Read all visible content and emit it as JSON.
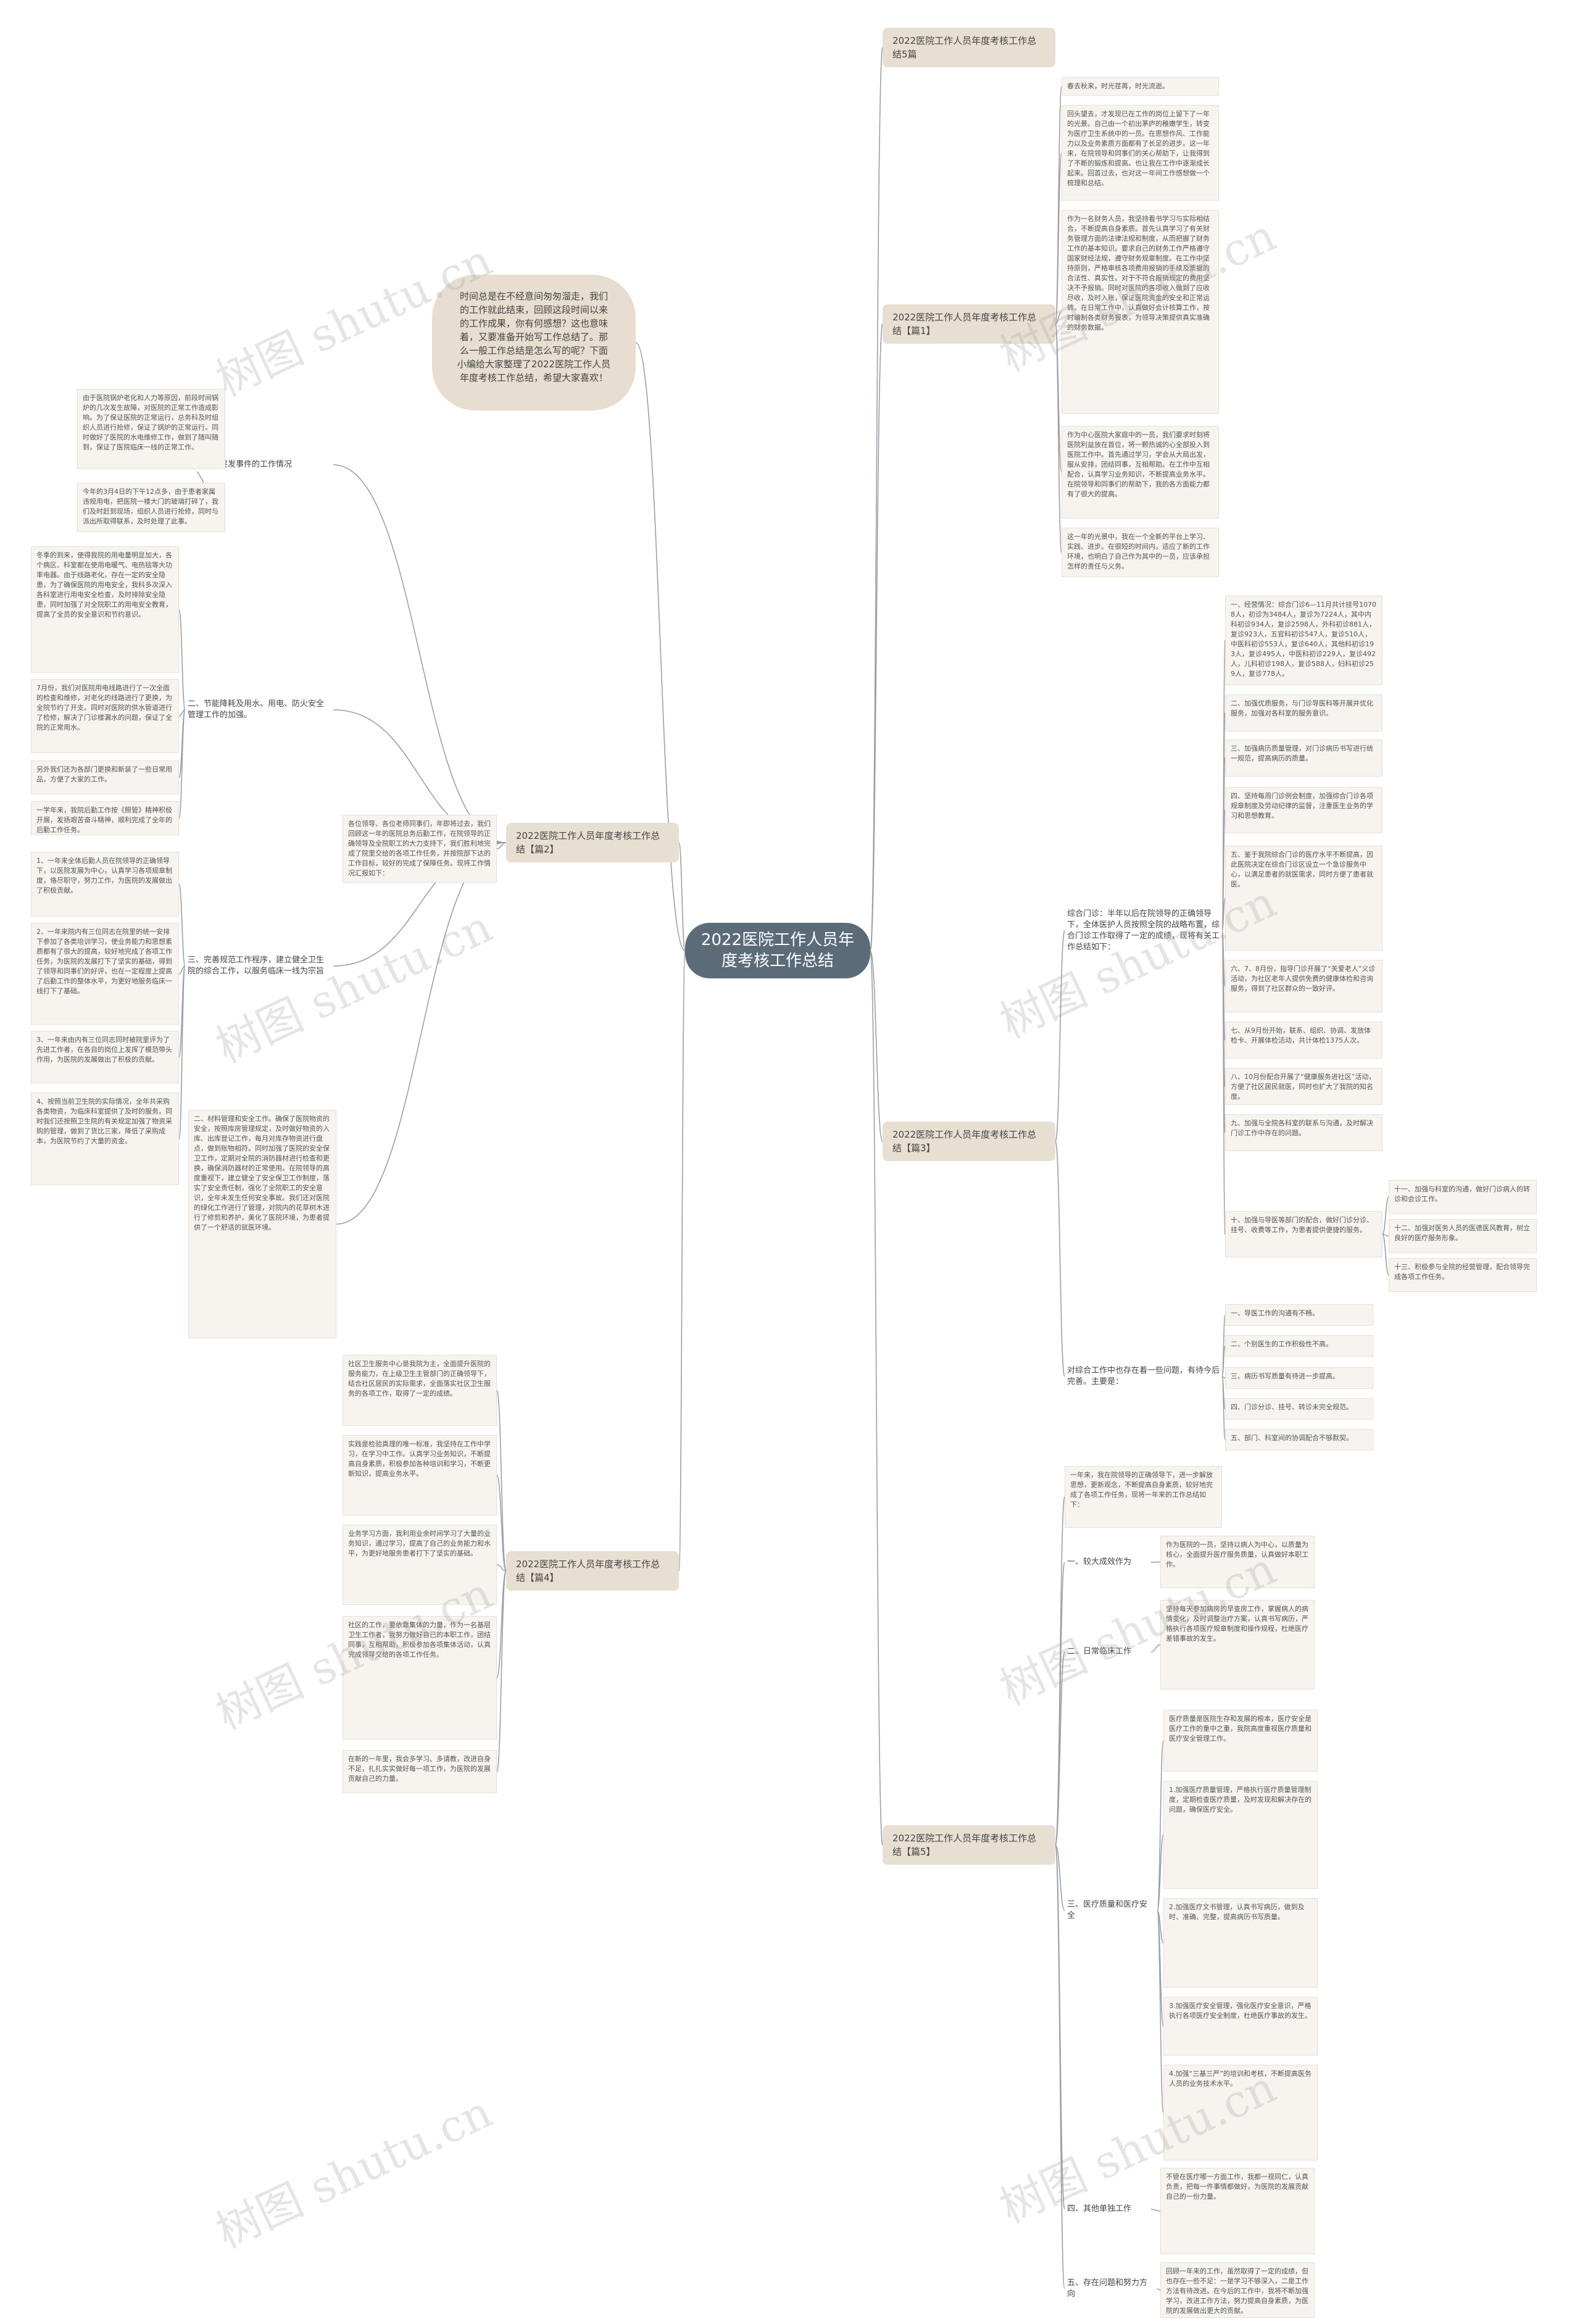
{
  "root": {
    "title": "2022医院工作人员年度考核工作总结"
  },
  "intro": "时间总是在不经意间匆匆溜走，我们的工作就此结束，回顾这段时间以来的工作成果，你有何感想？这也意味着，又要准备开始写工作总结了。那么一般工作总结是怎么写的呢？下面小编给大家整理了2022医院工作人员年度考核工作总结，希望大家喜欢！",
  "branches": {
    "b0": "2022医院工作人员年度考核工作总结5篇",
    "b1": "2022医院工作人员年度考核工作总结【篇1】",
    "b2": "2022医院工作人员年度考核工作总结【篇2】",
    "b3": "2022医院工作人员年度考核工作总结【篇3】",
    "b4": "2022医院工作人员年度考核工作总结【篇4】",
    "b5": "2022医院工作人员年度考核工作总结【篇5】"
  },
  "p1": {
    "t1": "春去秋来，时光荏苒，时光流逝。",
    "t2": "回头望去，才发现已在工作的岗位上留下了一年的光景。自己由一个初出茅庐的稚嫩学生，转变为医疗卫生系统中的一员。在思想作风、工作能力以及业务素质方面都有了长足的进步。这一年来，在院领导和同事们的关心帮助下，让我得到了不断的锻炼和提高。也让我在工作中逐渐成长起来。回首过去，也对这一年间工作感想做一个梳理和总结。",
    "t3": "作为一名财务人员，我坚持看书学习与实际相结合，不断提高自身素质。首先认真学习了有关财务管理方面的法律法规和制度，从而把握了财务工作的基本知识。要求自己的财务工作严格遵守国家财经法规，遵守财务规章制度。在工作中坚持原则，严格审核各项费用报销的手续及票据的合法性、真实性。对于不符合报销规定的费用坚决不予报销。同时对医院的各项收入做到了应收尽收，及时入账，保证医院资金的安全和正常运转。在日常工作中，认真做好会计核算工作，按时编制各类财务报表，为领导决策提供真实准确的财务数据。",
    "t4": "作为中心医院大家庭中的一员，我们要求时刻将医院利益放在首位，将一颗热诚的心全部投入到医院工作中。首先通过学习，学会从大局出发，服从安排，团结同事，互相帮助。在工作中互相配合，认真学习业务知识，不断提高业务水平。在院领导和同事们的帮助下，我的各方面能力都有了很大的提高。",
    "t5": "这一年的光景中，我在一个全新的平台上学习、实践、进步。在很短的时间内，适应了新的工作环境，也明白了自己作为其中的一员，应该承担怎样的责任与义务。"
  },
  "p2": {
    "intro": "各位领导、各位老师同事们，年即将过去，我们回顾这一年的医院总务后勤工作，在院领导的正确领导及全院职工的大力支持下，我们胜利地完成了院里交给的各项工作任务，并按院部下达的工作目标，较好的完成了保障任务。现将工作情况汇报如下：",
    "s1": "一、处理突发事件的工作情况",
    "s1l1": "由于医院锅炉老化和人力等原因，前段时间锅炉的几次发生故障，对医院的正常工作造成影响。为了保证医院的正常运行，总务科及时组织人员进行抢修，保证了锅炉的正常运行。同时做好了医院的水电维修工作，做到了随叫随到，保证了医院临床一线的正常工作。",
    "s1l2": "今年的3月4日的下午12点多，由于患者家属违规用电，把医院一楼大门的玻璃打碎了，我们及时赶到现场，组织人员进行抢修，同时与派出所取得联系，及时处理了此事。",
    "s2": "二、节能降耗及用水、用电、防火安全管理工作的加强。",
    "s2l1": "冬季的到来，使得我院的用电量明显加大，各个病区、科室都在使用电暖气、电热毯等大功率电器。由于线路老化，存在一定的安全隐患，为了确保医院的用电安全，我科多次深入各科室进行用电安全检查，及时排除安全隐患，同时加强了对全院职工的用电安全教育，提高了全员的安全意识和节约意识。",
    "s2l2": "7月份，我们对医院用电线路进行了一次全面的检查和维修，对老化的线路进行了更换，为全院节约了开支。同时对医院的供水管道进行了检修，解决了门诊楼漏水的问题，保证了全院的正常用水。",
    "s2l3": "另外我们还为各部门更换和新装了一些日常用品，方便了大家的工作。",
    "s2l4": "一学年来，我院后勤工作按《照管》精神积极开展，发扬艰苦奋斗精神，顺利完成了全年的后勤工作任务。",
    "s3": "三、完善规范工作程序，建立健全卫生院的综合工作，以服务临床一线为宗旨",
    "s3l1": "1、一年来全体后勤人员在院领导的正确领导下，以医院发展为中心，认真学习各项规章制度，恪尽职守，努力工作，为医院的发展做出了积极贡献。",
    "s3l2": "2、一年来院内有三位同志在院里的统一安排下参加了各类培训学习，使业务能力和思想素质都有了很大的提高，较好地完成了各项工作任务，为医院的发展打下了坚实的基础，得到了领导和同事们的好评，也在一定程度上提高了后勤工作的整体水平，为更好地服务临床一线打下了基础。",
    "s3l3": "3、一年来由内有三位同志同时被院里评为了先进工作者，在各自的岗位上发挥了模范带头作用，为医院的发展做出了积极的贡献。",
    "s3l4": "4、按照当前卫生院的实际情况，全年共采购各类物资，为临床科室提供了及时的服务。同时我们还按照卫生院的有关规定加强了物资采购的管理，做到了货比三家，降低了采购成本，为医院节约了大量的资金。",
    "s3l5": "二、材料管理和安全工作。确保了医院物资的安全，按照库房管理规定，及时做好物资的入库、出库登记工作，每月对库存物资进行盘点，做到账物相符。同时加强了医院的安全保卫工作，定期对全院的消防器材进行检查和更换，确保消防器材的正常使用。在院领导的高度重视下，建立健全了安全保卫工作制度，落实了安全责任制，强化了全院职工的安全意识，全年未发生任何安全事故。我们还对医院的绿化工作进行了管理，对院内的花草树木进行了修剪和养护，美化了医院环境，为患者提供了一个舒适的就医环境。"
  },
  "p3": {
    "s1": "综合门诊：半年以后在院领导的正确领导下，全体医护人员按照全院的战略布置，综合门诊工作取得了一定的成绩，现将有关工作总结如下：",
    "l1": "一、经营情况：综合门诊6—11月共计挂号10708人，初诊为3484人，复诊为7224人，其中内科初诊934人，复诊2598人，外科初诊881人，复诊923人，五官科初诊547人，复诊510人，中医科初诊553人，复诊640人，其他科初诊193人，复诊495人，中医科初诊229人，复诊492人，儿科初诊198人，复诊588人，妇科初诊259人，复诊778人。",
    "l2": "二、加强优质服务，与门诊导医科等开展并优化服务，加强对各科室的服务意识。",
    "l3": "三、加强病历质量管理，对门诊病历书写进行统一规范，提高病历的质量。",
    "l4": "四、坚持每周门诊例会制度，加强综合门诊各项规章制度及劳动纪律的监督，注重医生业务的学习和思想教育。",
    "l5": "五、鉴于我院综合门诊的医疗水平不断提高，因此医院决定在综合门诊区设立一个急诊服务中心，以满足患者的就医需求，同时方便了患者就医。",
    "l6": "六、7、8月份，指导门诊开展了“关爱老人”义诊活动，为社区老年人提供免费的健康体检和咨询服务，得到了社区群众的一致好评。",
    "l7": "七、从9月份开始，联系、组织、协调、发放体检卡、开展体检活动，共计体检1375人次。",
    "l8": "八、10月份配合开展了“健康服务进社区”活动，方便了社区居民就医，同时也扩大了我院的知名度。",
    "l9": "九、加强与全院各科室的联系与沟通，及时解决门诊工作中存在的问题。",
    "l10": "十、加强与导医等部门的配合，做好门诊分诊、挂号、收费等工作，为患者提供便捷的服务。",
    "l11": "十一、加强与科室的沟通，做好门诊病人的转诊和会诊工作。",
    "l12": "十二、加强对医务人员的医德医风教育，树立良好的医疗服务形象。",
    "l13": "十三、积极参与全院的经营管理，配合领导完成各项工作任务。",
    "s2": "对综合工作中也存在着一些问题，有待今后完善。主要是：",
    "m1": "一、导医工作的沟通有不畅。",
    "m2": "二、个别医生的工作积极性不高。",
    "m3": "三、病历书写质量有待进一步提高。",
    "m4": "四、门诊分诊、挂号、转诊未完全规范。",
    "m5": "五、部门、科室间的协调配合不够默契。"
  },
  "p4": {
    "l1": "社区卫生服务中心是我院为主，全面提升医院的服务能力，在上级卫生主管部门的正确领导下，结合社区居民的实际需求，全面落实社区卫生服务的各项工作，取得了一定的成绩。",
    "l2": "实践是检验真理的唯一标准，我坚持在工作中学习，在学习中工作。认真学习业务知识，不断提高自身素质，积极参加各种培训和学习，不断更新知识，提高业务水平。",
    "l3": "业务学习方面，我利用业余时间学习了大量的业务知识，通过学习，提高了自己的业务能力和水平，为更好地服务患者打下了坚实的基础。",
    "l4": "社区的工作，要依靠集体的力量，作为一名基层卫生工作者，我努力做好自己的本职工作，团结同事，互相帮助，积极参加各项集体活动，认真完成领导交给的各项工作任务。",
    "l5": "在新的一年里，我会多学习、多请教，改进自身不足，扎扎实实做好每一项工作，为医院的发展贡献自己的力量。"
  },
  "p5": {
    "intro": "一年来，我在院领导的正确领导下，进一步解放思想，更新观念，不断提高自身素质，较好地完成了各项工作任务，现将一年来的工作总结如下：",
    "s1": "一、较大成效作为",
    "s1l": "作为医院的一员，坚持以病人为中心，以质量为核心，全面提升医疗服务质量，认真做好本职工作。",
    "s2": "二、日常临床工作",
    "s2l": "坚持每天参加病房的早查房工作，掌握病人的病情变化，及时调整治疗方案，认真书写病历，严格执行各项医疗规章制度和操作规程，杜绝医疗差错事故的发生。",
    "s3": "三、医疗质量和医疗安全",
    "s3l1": "医疗质量是医院生存和发展的根本，医疗安全是医疗工作的重中之重，我院高度重视医疗质量和医疗安全管理工作。",
    "s3l2": "1.加强医疗质量管理，严格执行医疗质量管理制度，定期检查医疗质量，及时发现和解决存在的问题，确保医疗安全。",
    "s3l3": "2.加强医疗文书管理，认真书写病历，做到及时、准确、完整，提高病历书写质量。",
    "s3l4": "3.加强医疗安全管理，强化医疗安全意识，严格执行各项医疗安全制度，杜绝医疗事故的发生。",
    "s3l5": "4.加强“三基三严”的培训和考核，不断提高医务人员的业务技术水平。",
    "s4": "四、其他单独工作",
    "s4l": "不管在医疗哪一方面工作，我都一视同仁，认真负责，把每一件事情都做好，为医院的发展贡献自己的一份力量。",
    "s5": "五、存在问题和努力方向",
    "s5l": "回顾一年来的工作，虽然取得了一定的成绩，但也存在一些不足：一是学习不够深入，二是工作方法有待改进。在今后的工作中，我将不断加强学习，改进工作方法，努力提高自身素质，为医院的发展做出更大的贡献。"
  },
  "watermark": "树图 shutu.cn"
}
